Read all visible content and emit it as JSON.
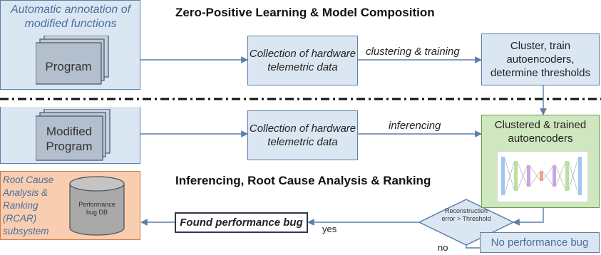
{
  "titles": {
    "top": "Zero-Positive Learning & Model Composition",
    "bottom": "Inferencing, Root Cause Analysis & Ranking"
  },
  "annotation_box": {
    "label": "Automatic annotation of modified functions"
  },
  "program_stack": {
    "label": "Program"
  },
  "modified_program_stack": {
    "label": "Modified Program"
  },
  "collection_top": {
    "label": "Collection of hardware telemetric data"
  },
  "collection_bottom": {
    "label": "Collection of hardware telemetric data"
  },
  "edge_labels": {
    "clustering": "clustering & training",
    "inferencing": "inferencing",
    "yes": "yes",
    "no": "no"
  },
  "cluster_box": {
    "label": "Cluster, train autoencoders, determine thresholds"
  },
  "clustered_box": {
    "label": "Clustered & trained autoencoders"
  },
  "decision": {
    "label": "Reconstruction error > Threshold"
  },
  "found_bug": {
    "label": "Found performance bug"
  },
  "no_bug": {
    "label": "No performance bug"
  },
  "rcar": {
    "label": "Root Cause Analysis & Ranking (RCAR) subsystem",
    "db_label": "Performance bug DB"
  },
  "colors": {
    "box_fill": "#dbe6f3",
    "box_border": "#5b7fa6",
    "green_fill": "#cfe7bf",
    "green_border": "#6a9a4a",
    "rcar_fill": "#f8cdb0",
    "rcar_border": "#d07a45",
    "arrow": "#5b7fa6"
  }
}
